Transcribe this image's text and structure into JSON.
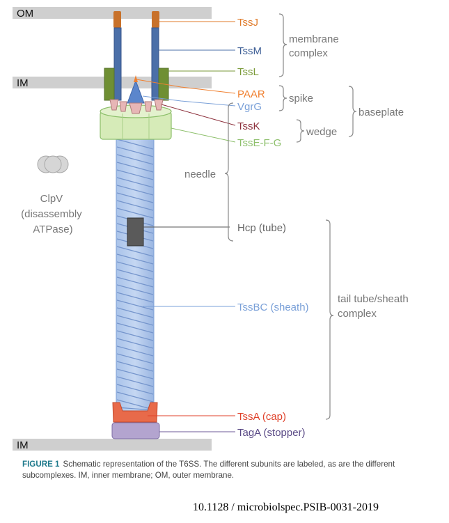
{
  "membranes": {
    "om": "OM",
    "im_top": "IM",
    "im_bottom": "IM"
  },
  "labels": {
    "tssj": "TssJ",
    "tssm": "TssM",
    "tssl": "TssL",
    "paar": "PAAR",
    "vgrg": "VgrG",
    "tssk": "TssK",
    "tssefg": "TssE-F-G",
    "hcp": "Hcp (tube)",
    "tssbc": "TssBC (sheath)",
    "tssa": "TssA (cap)",
    "taga": "TagA (stopper)"
  },
  "groups": {
    "membrane_complex": [
      "membrane",
      "complex"
    ],
    "spike": "spike",
    "wedge": "wedge",
    "baseplate": "baseplate",
    "needle": "needle",
    "tail_complex": [
      "tail tube/sheath",
      "complex"
    ]
  },
  "clpv": [
    "ClpV",
    "(disassembly",
    "ATPase)"
  ],
  "caption": {
    "label": "FIGURE 1",
    "text": "Schematic representation of the T6SS. The different subunits are labeled, as are the different subcomplexes. IM, inner membrane; OM, outer membrane."
  },
  "doi": "10.1128 / microbiolspec.PSIB-0031-2019",
  "colors": {
    "tssj": "#e07b2a",
    "tssm": "#4b6fa8",
    "tssl": "#7a9a38",
    "paar": "#f08030",
    "vgrg": "#7aa0d8",
    "tssk": "#8b2e3a",
    "tssefg": "#8cbf6a",
    "hcp": "#555555",
    "tssbc": "#6f9ad6",
    "tssa": "#e0412a",
    "taga": "#6d5a9a",
    "grey": "#888888"
  }
}
